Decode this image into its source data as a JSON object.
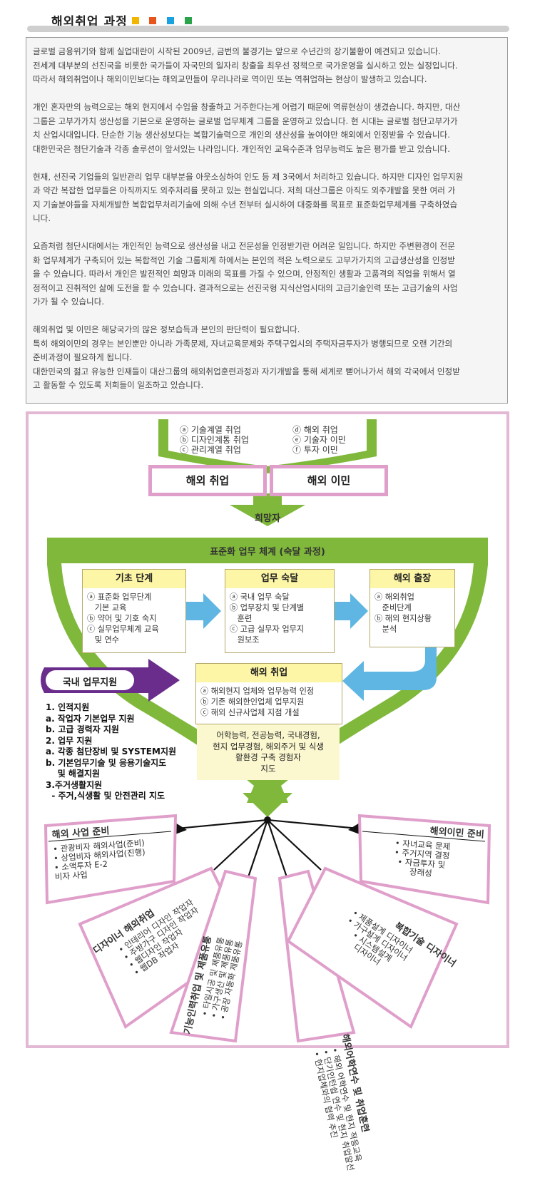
{
  "header": {
    "title": "해외취업 과정",
    "squares": [
      "#f2b600",
      "#e8551c",
      "#1aa2e0",
      "#2aa34a"
    ]
  },
  "intro": {
    "paragraphs": [
      [
        "글로벌 금융위기와 함께 실업대란이 시작된 2009년, 금번의 불경기는 앞으로 수년간의 장기불황이 예견되고 있습니다.",
        "전세계 대부분의 선진국을 비롯한 국가들이 자국민의 일자리 창출을 최우선 정책으로 국가운영을 실시하고 있는 실정입니다.",
        "따라서 해외취업이나 해외이민보다는 해외교민들이 우리나라로 역이민 또는 역취업하는 현상이 발생하고 있습니다."
      ],
      [
        "개인 혼자만의 능력으로는 해외 현지에서 수입을 창출하고 거주한다는게 어렵기 때문에 역류현상이 생겼습니다. 하지만, 대산",
        "그룹은 고부가가치 생산성을 기본으로 운영하는 글로벌 업무체계 그룹을 운영하고 있습니다. 현 시대는 글로벌 첨단고부가가",
        "치 산업시대입니다. 단순한 기능 생산성보다는 복합기술력으로 개인의 생산성을 높여야만 해외에서 인정받을 수 있습니다.",
        "대한민국은 첨단기술과 각종 솔루션이 앞서있는 나라입니다. 개인적인 교육수준과 업무능력도 높은 평가를 받고 있습니다."
      ],
      [
        "현재, 선진국 기업들의 일반관리 업무 대부분을 아웃소싱하여 인도 등 제 3국에서 처리하고 있습니다. 하지만 디자인 업무지원",
        "과 약간 복잡한 업무들은 아직까지도 외주처리를 못하고 있는 현실입니다. 저희 대산그룹은 아직도 외주개발을 못한 여러 가",
        "지 기술분야들을 자체개발한 복합업무처리기술에 의해 수년 전부터 실시하여 대중화를 목표로 표준화업무체계를 구축하였습",
        "니다."
      ],
      [
        "요즘처럼 첨단시대에서는 개인적인 능력으로 생산성을 내고 전문성을 인정받기란 어려운 일입니다. 하지만 주변환경이 전문",
        "화 업무체계가 구축되어 있는 복합적인 기술 그룹체계 하에서는 본인의 적은 노력으로도 고부가가치의 고급생산성을 인정받",
        "을 수 있습니다. 따라서 개인은 발전적인 희망과 미래의 목표를 가질 수 있으며, 안정적인 생활과 고품격의 직업을 위해서 열",
        "정적이고 진취적인 삶에 도전을 할 수 있습니다. 결과적으로는 선진국형 지식산업시대의 고급기술인력 또는 고급기술의 사업",
        "가가 될 수 있습니다."
      ],
      [
        "해외취업 및 이민은 해당국가의 많은 정보습득과 본인의 판단력이 필요합니다.",
        "특히 해외이민의 경우는 본인뿐만 아니라 가족문제, 자녀교육문제와 주택구입시의 주택자금투자가 병행되므로 오랜 기간의",
        "준비과정이 필요하게 됩니다.",
        "대한민국의 젊고 유능한 인재들이 대산그룹의 해외취업훈련과정과 자기개발을 통해 세계로 뻗어나가서 해외 각국에서 인정받",
        "고 활동할 수 있도록 저희들이 일조하고 있습니다."
      ]
    ]
  },
  "diagram": {
    "top_left": [
      "ⓐ 기술계열 취업",
      "ⓑ 디자인계통 취업",
      "ⓒ 관리계열 취업"
    ],
    "top_right": [
      "ⓓ 해외 취업",
      "ⓔ 기술자 이민",
      "ⓕ 투자 이민"
    ],
    "employment": "해외 취업",
    "immigration": "해외 이민",
    "applicant": "희망자",
    "standard_system": "표준화 업무 체계 (숙달 과정)",
    "basic": {
      "title": "기초 단계",
      "items": [
        "ⓐ 표준화 업무단계",
        "   기본 교육",
        "ⓑ 약어 및 기호 숙지",
        "ⓒ 실무업무체계 교육",
        "   및 연수"
      ]
    },
    "mastery": {
      "title": "업무 숙달",
      "items": [
        "ⓐ 국내 업무 숙달",
        "ⓑ 업무장치 및 단계별",
        "   훈련",
        "ⓒ 고급 실무자 업무지",
        "   원보조"
      ]
    },
    "trip": {
      "title": "해외 출장",
      "items": [
        "ⓐ 해외취업",
        "   준비단계",
        "ⓑ 해외 현지상황",
        "   분석"
      ]
    },
    "overseas": {
      "title": "해외 취업",
      "items": [
        "ⓐ 해외현지 업체와 업무능력 인정",
        "ⓑ 기존 해외한인업체 업무지원",
        "ⓒ 해외 신규사업체 지점 개설"
      ]
    },
    "qualification": [
      "어학능력, 전공능력, 국내경험,",
      "현지 업무경험, 해외주거 및 식생",
      "활환경 구축 경험자",
      "지도"
    ],
    "domestic_label": "국내 업무지원",
    "domestic_items": [
      "1. 인적지원",
      "a. 작업자 기본업무 지원",
      "b. 고급 경력자 지원",
      "2. 업무 지원",
      "a. 각종 첨단장비 및 SYSTEM지원",
      "b. 기본업무기술 및 응용기술지도",
      "    및 해결지원",
      "3.주거생활지원",
      "  - 주거,식생활 및 안전관리 지도"
    ],
    "biz": {
      "title": "해외 사업 준비",
      "items": [
        "• 관광비자 해외사업(준비)",
        "• 상업비자 해외사업(진행)",
        "• 소액투자 E-2",
        "비자 사업"
      ]
    },
    "immig_prep": {
      "title": "해외이민 준비",
      "items": [
        "• 자녀교육 문제",
        "• 주거지역 결정",
        "• 자금투자 및",
        "장래성"
      ]
    },
    "designer": {
      "title": "디자이너 해외취업",
      "items": [
        "• 인테리어 디자인 작업자",
        "• 주방가구 디자인 작업자",
        "• 웹디자인 작업자",
        "• 웹DB 작업자"
      ]
    },
    "skill": {
      "title": "기능인력취업 및 제품유통",
      "items": [
        "• 타일시공 및 제품유통",
        "• 가구생산 및 제품유통",
        "• 공장 자동화 제품유통"
      ]
    },
    "language": {
      "title": "해외어학연수 및 취업훈련",
      "items": [
        "• 해외 어학연수 및 현지 적응교육",
        "• 단기인턴쉽 연수 및 현지 취업알선",
        "• 현지업체와의 협력 추진"
      ]
    },
    "complex": {
      "title": "복합기술 디자이너",
      "items": [
        "• 제품설계 디자이너",
        "• 가구설계 디자이너",
        "• 시스템설계",
        "디자이너"
      ]
    }
  }
}
